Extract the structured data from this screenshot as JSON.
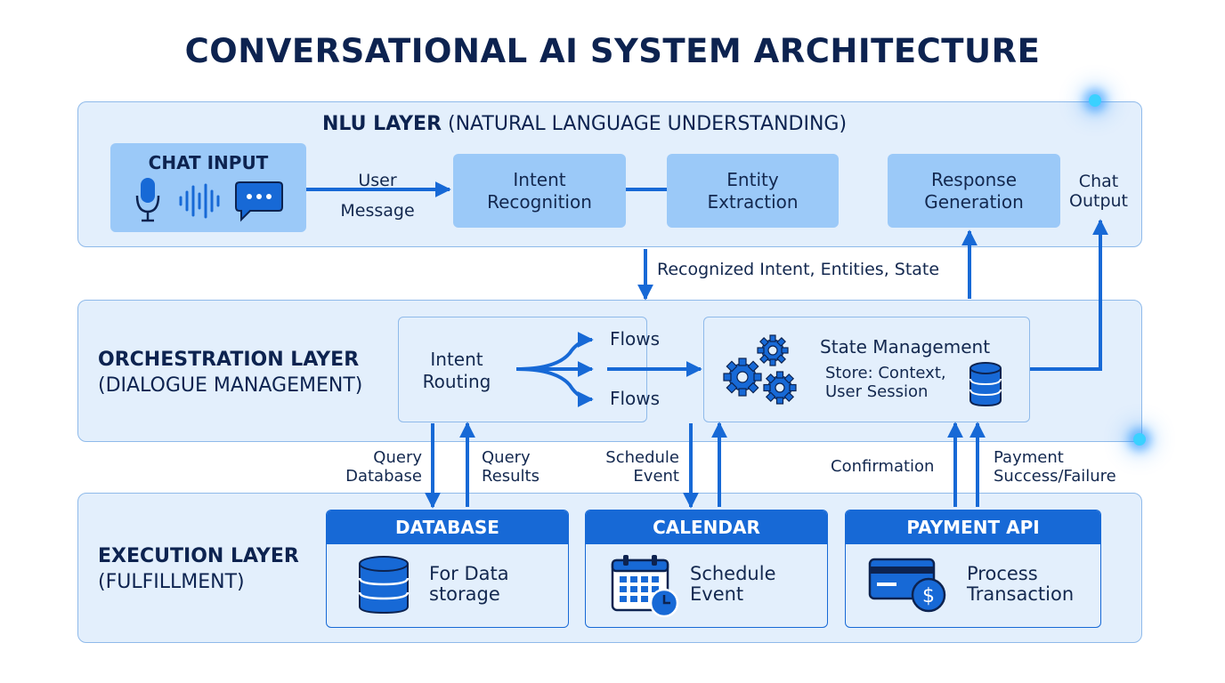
{
  "title": "CONVERSATIONAL AI SYSTEM ARCHITECTURE",
  "nlu": {
    "title_bold": "NLU LAYER",
    "title_rest": "(NATURAL LANGUAGE UNDERSTANDING)",
    "chat_input": "CHAT INPUT",
    "user_message": [
      "User",
      "Message"
    ],
    "intent_recognition": [
      "Intent",
      "Recognition"
    ],
    "entity_extraction": [
      "Entity",
      "Extraction"
    ],
    "response_generation": [
      "Response",
      "Generation"
    ],
    "chat_output": [
      "Chat",
      "Output"
    ]
  },
  "between_top": "Recognized Intent, Entities, State",
  "orchestration": {
    "title_bold": "ORCHESTRATION LAYER",
    "title_rest": "(DIALOGUE MANAGEMENT)",
    "intent_routing": [
      "Intent",
      "Routing"
    ],
    "flows_top": "Flows",
    "flows_bottom": "Flows",
    "state_management": "State Management",
    "store": [
      "Store: Context,",
      "User Session"
    ]
  },
  "between_bottom": {
    "query_database": [
      "Query",
      "Database"
    ],
    "query_results": [
      "Query",
      "Results"
    ],
    "schedule_event": [
      "Schedule",
      "Event"
    ],
    "confirmation": "Confirmation",
    "payment_result": [
      "Payment",
      "Success/Failure"
    ]
  },
  "execution": {
    "title_bold": "EXECUTION LAYER",
    "title_rest": "(FULFILLMENT)",
    "database": {
      "header": "DATABASE",
      "body": [
        "For Data",
        "storage"
      ]
    },
    "calendar": {
      "header": "CALENDAR",
      "body": [
        "Schedule",
        "Event"
      ]
    },
    "payment": {
      "header": "PAYMENT API",
      "body": [
        "Process",
        "Transaction"
      ]
    }
  },
  "colors": {
    "accent": "#1769d6",
    "box_fill": "#9bc9f8",
    "layer_fill": "#e3effc",
    "title": "#0d2350"
  }
}
